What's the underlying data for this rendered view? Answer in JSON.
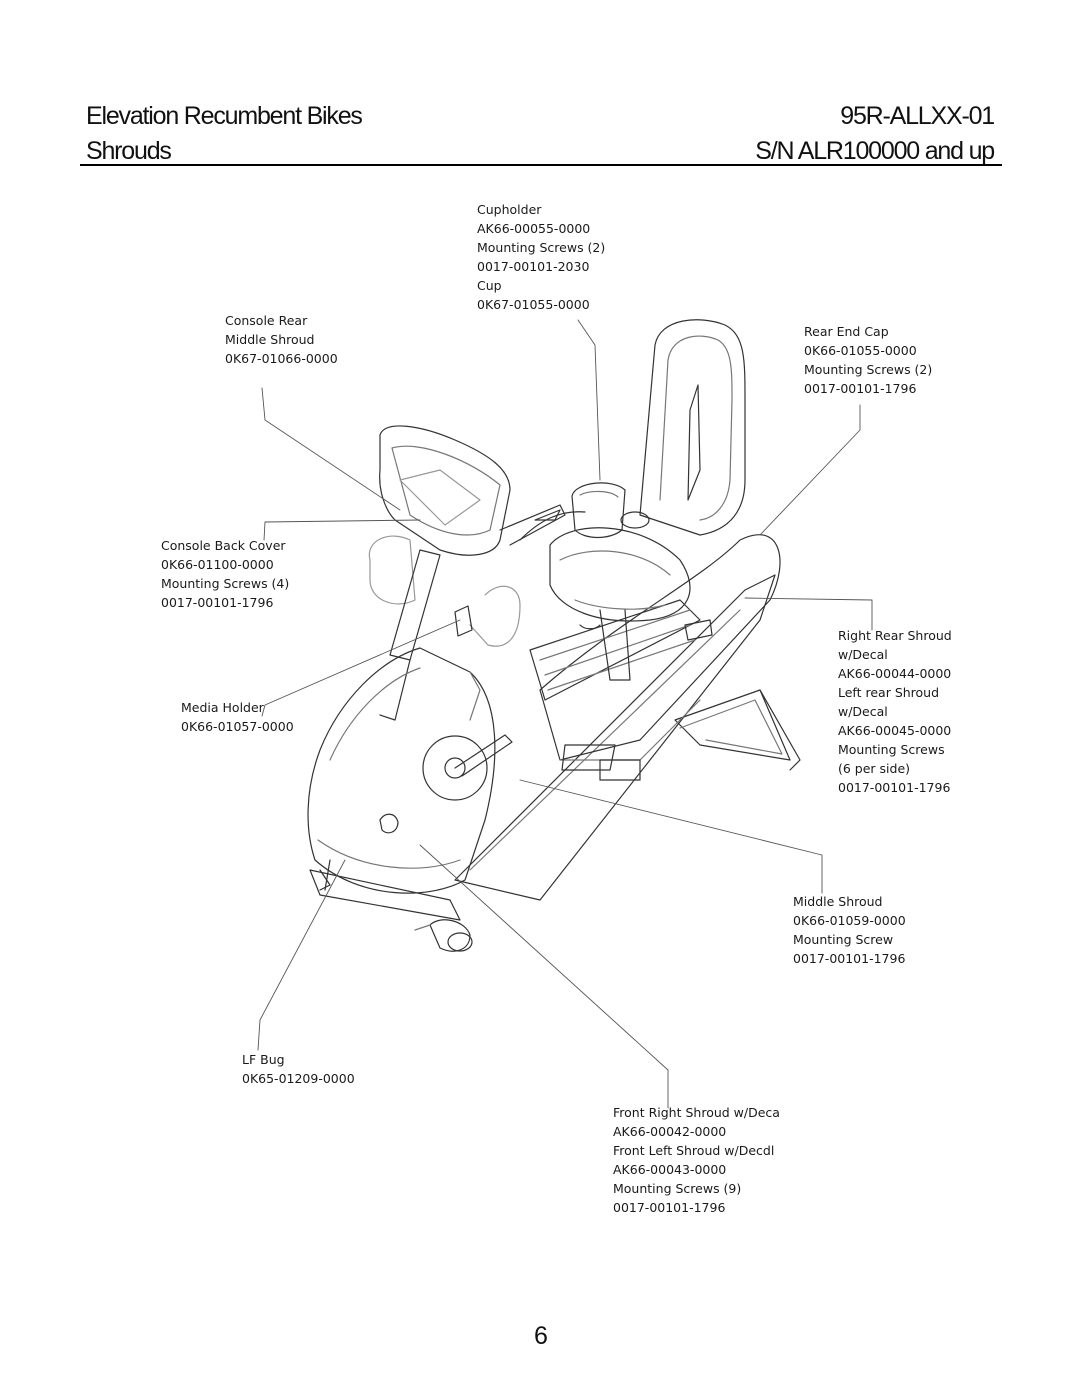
{
  "header": {
    "product_title": "Elevation Recumbent Bikes",
    "model_number": "95R-ALLXX-01",
    "section_title": "Shrouds",
    "serial_range": "S/N ALR100000 and up"
  },
  "callouts": {
    "cupholder": [
      "Cupholder",
      "AK66-00055-0000",
      "Mounting Screws (2)",
      "0017-00101-2030",
      "Cup",
      "0K67-01055-0000"
    ],
    "console_rear_middle_shroud": [
      "Console Rear",
      "Middle Shroud",
      "0K67-01066-0000"
    ],
    "rear_end_cap": [
      "Rear End Cap",
      "0K66-01055-0000",
      "Mounting Screws (2)",
      "0017-00101-1796"
    ],
    "console_back_cover": [
      "Console Back Cover",
      "0K66-01100-0000",
      "Mounting Screws (4)",
      "0017-00101-1796"
    ],
    "right_rear_shroud": [
      "Right Rear Shroud",
      "w/Decal",
      "AK66-00044-0000",
      "Left rear Shroud",
      "w/Decal",
      "AK66-00045-0000",
      "Mounting Screws",
      "(6 per side)",
      "0017-00101-1796"
    ],
    "media_holder": [
      "Media Holder",
      "0K66-01057-0000"
    ],
    "middle_shroud": [
      "Middle Shroud",
      "0K66-01059-0000",
      "Mounting Screw",
      "0017-00101-1796"
    ],
    "lf_bug": [
      "LF Bug",
      "0K65-01209-0000"
    ],
    "front_shroud": [
      "Front Right Shroud w/Deca",
      "AK66-00042-0000",
      "Front Left Shroud w/Decdl",
      "AK66-00043-0000",
      "Mounting Screws (9)",
      "0017-00101-1796"
    ]
  },
  "page_number": "6",
  "colors": {
    "ink": "#111111",
    "line": "#555555"
  }
}
